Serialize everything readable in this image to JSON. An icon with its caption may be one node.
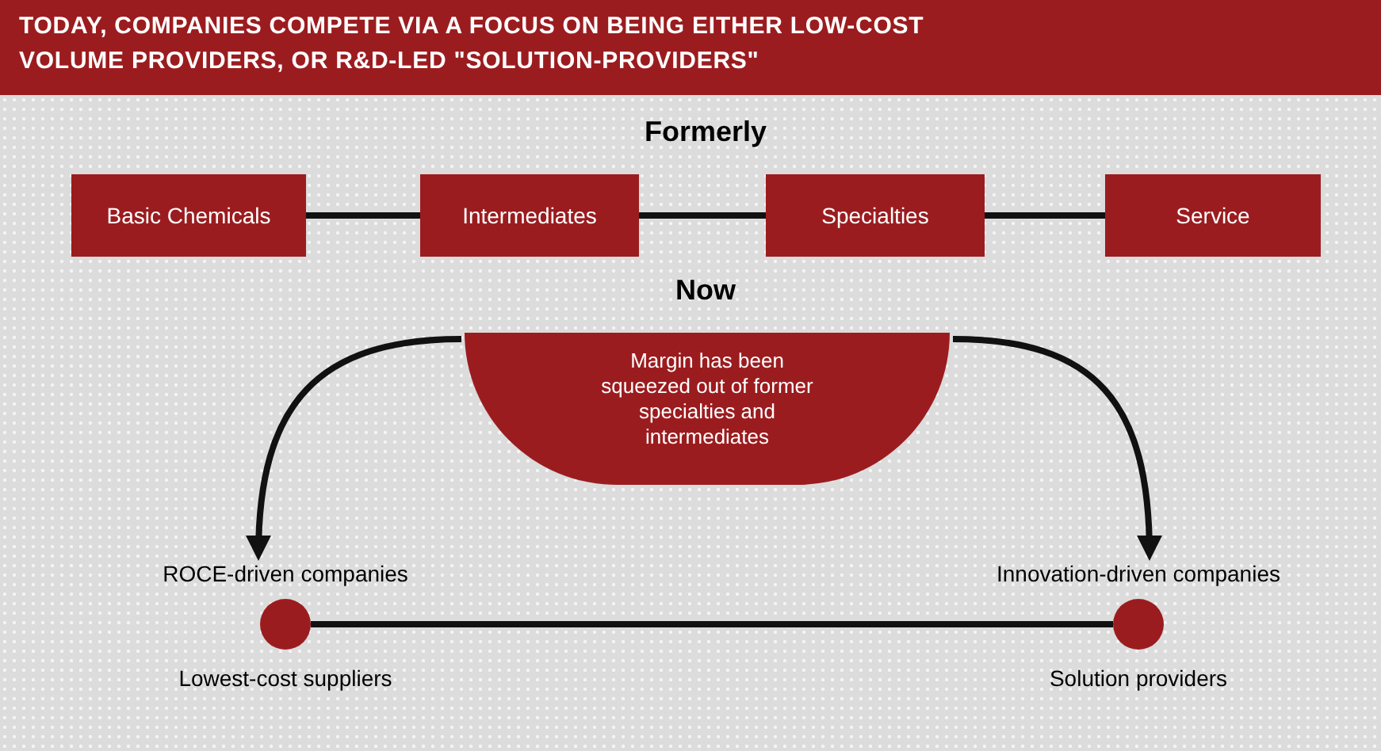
{
  "diagram": {
    "title": "TODAY, COMPANIES COMPETE VIA A FOCUS ON BEING EITHER LOW-COST VOLUME PROVIDERS, OR R&D-LED \"SOLUTION-PROVIDERS\"",
    "nodes": [
      {
        "text": [
          "Basic Chemicals"
        ]
      },
      {
        "text": [
          "Intermediates"
        ]
      },
      {
        "text": [
          "Specialties"
        ]
      },
      {
        "text": [
          "Service"
        ]
      },
      {
        "text": [
          "Margin has been squeezed out of former specialties and intermediates"
        ]
      },
      {
        "text": [],
        "shape": "circle",
        "beside": [
          "ROCE-driven companies",
          "Lowest-cost suppliers"
        ]
      },
      {
        "text": [],
        "shape": "circle",
        "beside": [
          "Innovation-driven companies",
          "Solution providers"
        ]
      }
    ],
    "edges": [
      {
        "from": 0,
        "to": 1,
        "arrow": "none"
      },
      {
        "from": 1,
        "to": 2,
        "arrow": "none"
      },
      {
        "from": 2,
        "to": 3,
        "arrow": "none"
      },
      {
        "from": 4,
        "to": 5,
        "arrow": "to"
      },
      {
        "from": 4,
        "to": 6,
        "arrow": "to"
      },
      {
        "from": 5,
        "to": 6,
        "arrow": "none"
      }
    ],
    "labels": [
      "Formerly",
      "Now"
    ]
  }
}
